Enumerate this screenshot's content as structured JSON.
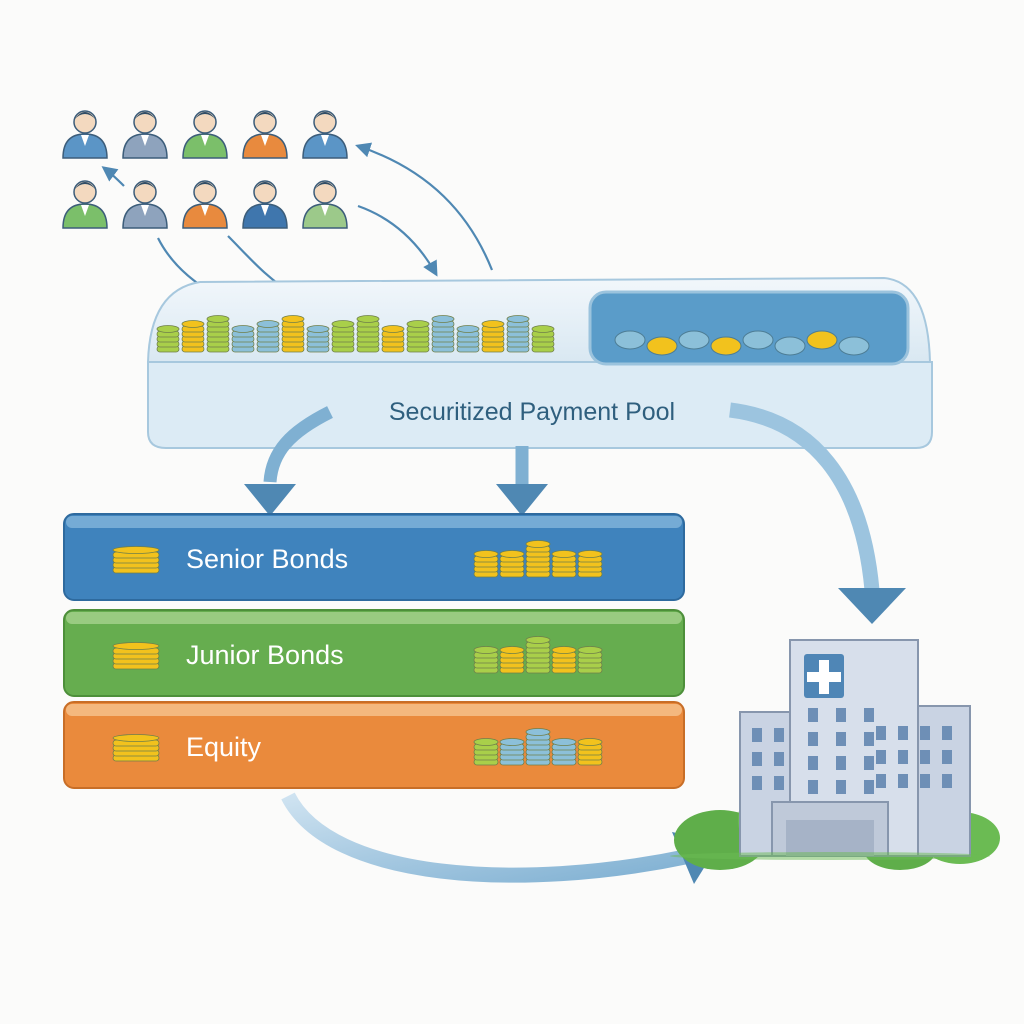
{
  "diagram": {
    "pool": {
      "label": "Securitized Payment Pool"
    },
    "tranches": [
      {
        "key": "senior",
        "label": "Senior Bonds",
        "color": "#3f83bd",
        "edge": "#2e6a9e",
        "top": "#7fb3d9"
      },
      {
        "key": "junior",
        "label": "Junior Bonds",
        "color": "#66ad4f",
        "edge": "#4d8f3a",
        "top": "#a2d08a"
      },
      {
        "key": "equity",
        "label": "Equity",
        "color": "#ea8a3c",
        "edge": "#c86e27",
        "top": "#f6c08a"
      }
    ],
    "people": {
      "shirt_colors": [
        "#5b95c6",
        "#8ea3bd",
        "#7bbf6a",
        "#e88a3e",
        "#5b95c6",
        "#7bbf6a",
        "#8ea3bd",
        "#e88a3e",
        "#3f76ad",
        "#9cc98a"
      ]
    },
    "colors": {
      "arrow": "#4f88b3",
      "arrow_light": "#a9cde4",
      "pool_fill": "#e3eff7",
      "pool_edge": "#a7c8de",
      "coin_gold": "#f2c21d",
      "coin_green": "#a9cf4a",
      "coin_blue": "#8cc0d9",
      "hospital": "#c9d3e3",
      "tree": "#5fae4a"
    }
  }
}
